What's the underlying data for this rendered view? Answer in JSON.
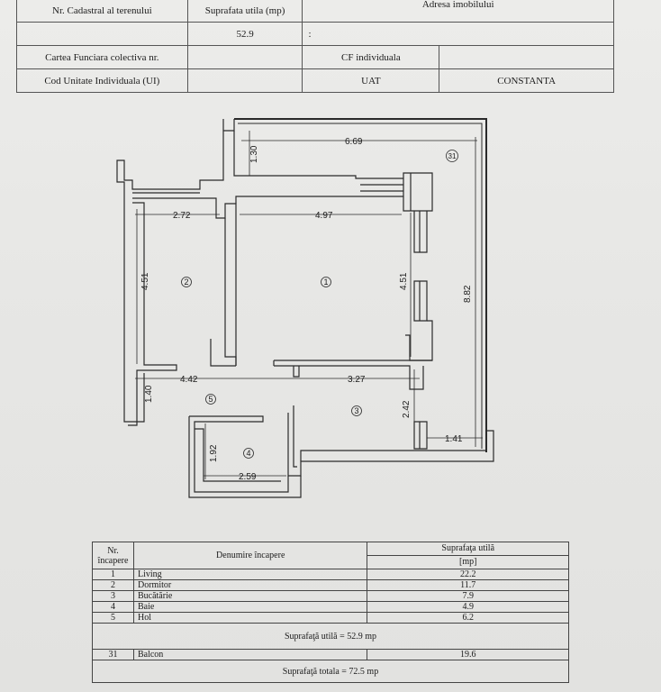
{
  "header": {
    "cadastral_label": "Nr. Cadastral al terenului",
    "area_label": "Suprafata utila (mp)",
    "address_label": "Adresa imobilului",
    "area_value": "52.9",
    "address_mark": ":",
    "collective_label": "Cartea Funciara colectiva nr.",
    "cf_individual_label": "CF individuala",
    "unit_code_label": "Cod Unitate Individuala (UI)",
    "uat_label": "UAT",
    "uat_value": "CONSTANTA"
  },
  "plan": {
    "dimensions": {
      "top_width": "6.69",
      "top_depth": "1.30",
      "bedroom_width": "2.72",
      "living_width": "4.97",
      "bedroom_depth": "4.51",
      "living_depth": "4.51",
      "total_depth": "8.82",
      "hall_width": "4.42",
      "kitchen_width": "3.27",
      "hall_depth": "1.40",
      "kitchen_depth": "2.42",
      "balcony_width": "1.41",
      "bath_depth": "1.92",
      "bath_width": "2.59"
    },
    "room_markers": {
      "living": "1",
      "bedroom": "2",
      "kitchen": "3",
      "bath": "4",
      "hall": "5",
      "balcony": "31"
    }
  },
  "rooms_table": {
    "col_nr": "Nr.",
    "col_nr_sub": "încapere",
    "col_name": "Denumire încapere",
    "col_area": "Suprafaţa utilă",
    "col_area_unit": "[mp]",
    "rows": [
      {
        "nr": "1",
        "name": "Living",
        "area": "22.2"
      },
      {
        "nr": "2",
        "name": "Dormitor",
        "area": "11.7"
      },
      {
        "nr": "3",
        "name": "Bucătărie",
        "area": "7.9"
      },
      {
        "nr": "4",
        "name": "Baie",
        "area": "4.9"
      },
      {
        "nr": "5",
        "name": "Hol",
        "area": "6.2"
      }
    ],
    "useful_total": "Suprafaţă utilă = 52.9 mp",
    "balcony": {
      "nr": "31",
      "name": "Balcon",
      "area": "19.6"
    },
    "grand_total": "Suprafaţă totala = 72.5 mp"
  }
}
